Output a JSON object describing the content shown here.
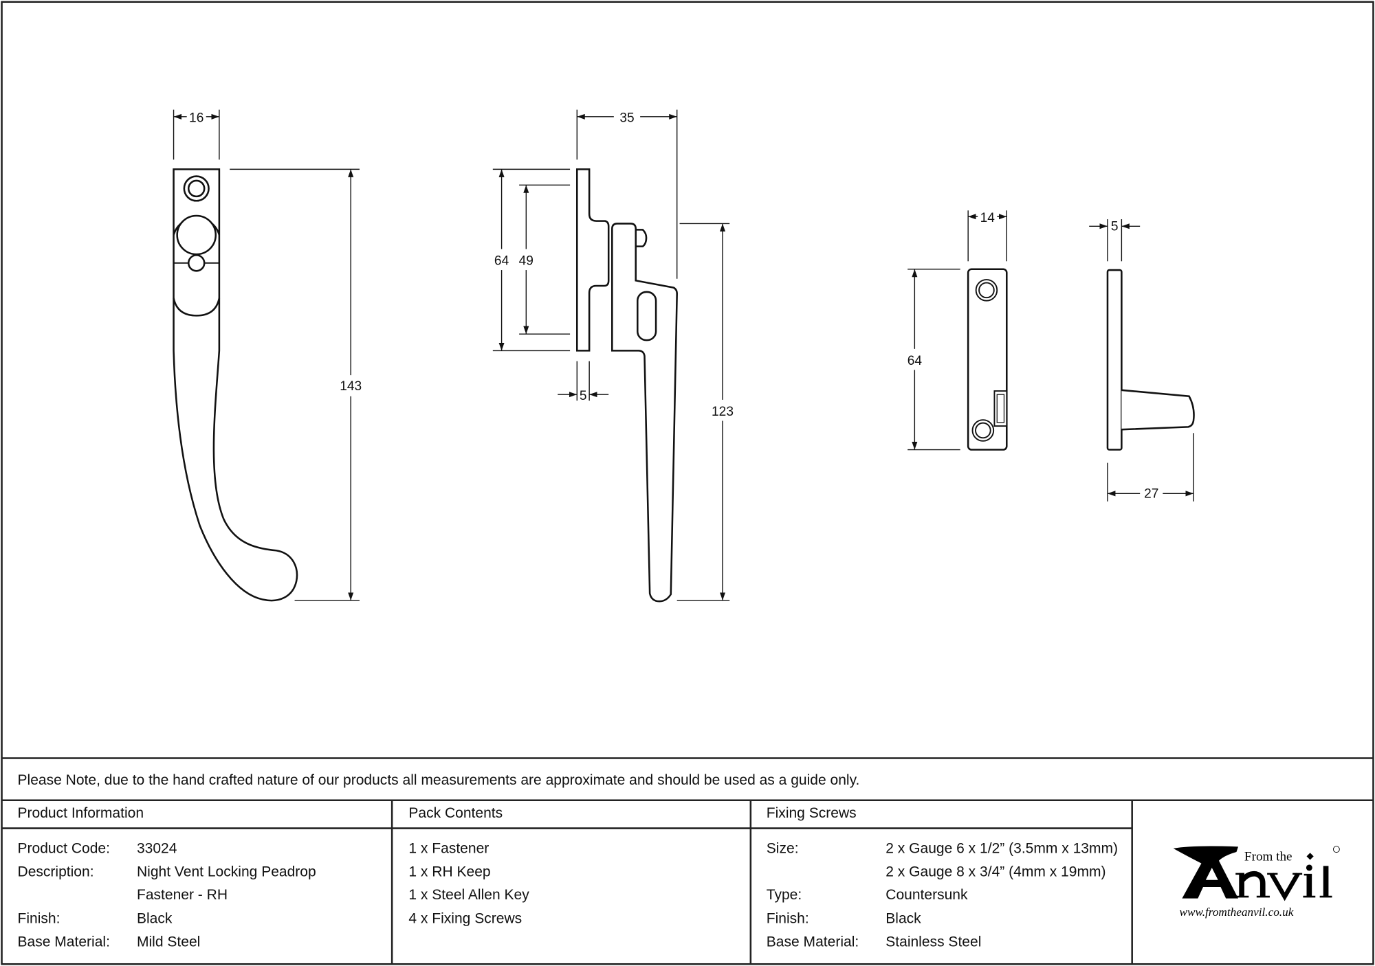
{
  "dimensions": {
    "peadrop_width": "16",
    "peadrop_height": "143",
    "fastener_depth": "35",
    "plate_height": "64",
    "plate_fixing_centres": "49",
    "plate_thickness": "5",
    "handle_height": "123",
    "keep_width": "14",
    "keep_height": "64",
    "keep_thickness": "5",
    "keep_projection": "27"
  },
  "note": "Please Note, due to the hand crafted nature of our products all measurements are approximate and should be used as a guide only.",
  "product_information": {
    "heading": "Product Information",
    "rows": [
      {
        "label": "Product Code:",
        "value": "33024"
      },
      {
        "label": "Description:",
        "value": "Night Vent Locking Peadrop"
      },
      {
        "label": "",
        "value": "Fastener - RH"
      },
      {
        "label": "Finish:",
        "value": "Black"
      },
      {
        "label": "Base Material:",
        "value": "Mild Steel"
      }
    ]
  },
  "pack_contents": {
    "heading": "Pack Contents",
    "items": [
      "1 x Fastener",
      "1 x RH Keep",
      "1 x Steel Allen Key",
      "4 x Fixing Screws"
    ]
  },
  "fixing_screws": {
    "heading": "Fixing Screws",
    "rows": [
      {
        "label": "Size:",
        "value": "2 x Gauge 6 x 1/2” (3.5mm x 13mm)"
      },
      {
        "label": "",
        "value": "2 x Gauge 8 x 3/4” (4mm x 19mm)"
      },
      {
        "label": "Type:",
        "value": "Countersunk"
      },
      {
        "label": "Finish:",
        "value": "Black"
      },
      {
        "label": "Base Material:",
        "value": "Stainless Steel"
      }
    ]
  },
  "logo": {
    "from_the": "From the",
    "brand": "Anvil",
    "url": "www.fromtheanvil.co.uk"
  }
}
